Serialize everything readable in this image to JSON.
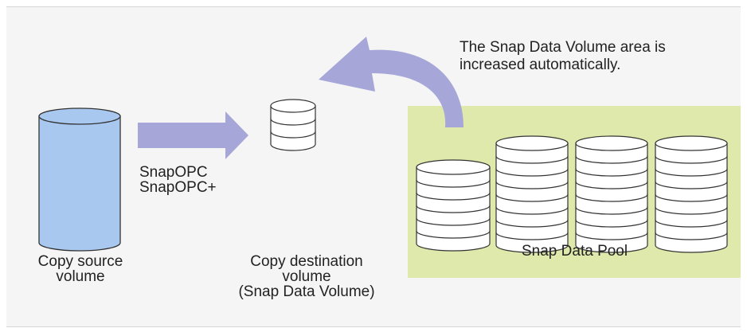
{
  "colors": {
    "frame_bg": "#f5f5f5",
    "pool_bg": "#dfe9ac",
    "source_cylinder": "#a8c8ef",
    "arrow": "#a6a6d8",
    "disk_fill": "#ffffff",
    "disk_stroke": "#333333"
  },
  "labels": {
    "source_volume_line1": "Copy source",
    "source_volume_line2": "volume",
    "method_line1": "SnapOPC",
    "method_line2": "SnapOPC+",
    "destination_line1": "Copy destination",
    "destination_line2": "volume",
    "destination_line3": "(Snap Data Volume)",
    "pool_label": "Snap Data Pool",
    "note_line1": "The Snap Data Volume area is",
    "note_line2": "increased automatically."
  }
}
